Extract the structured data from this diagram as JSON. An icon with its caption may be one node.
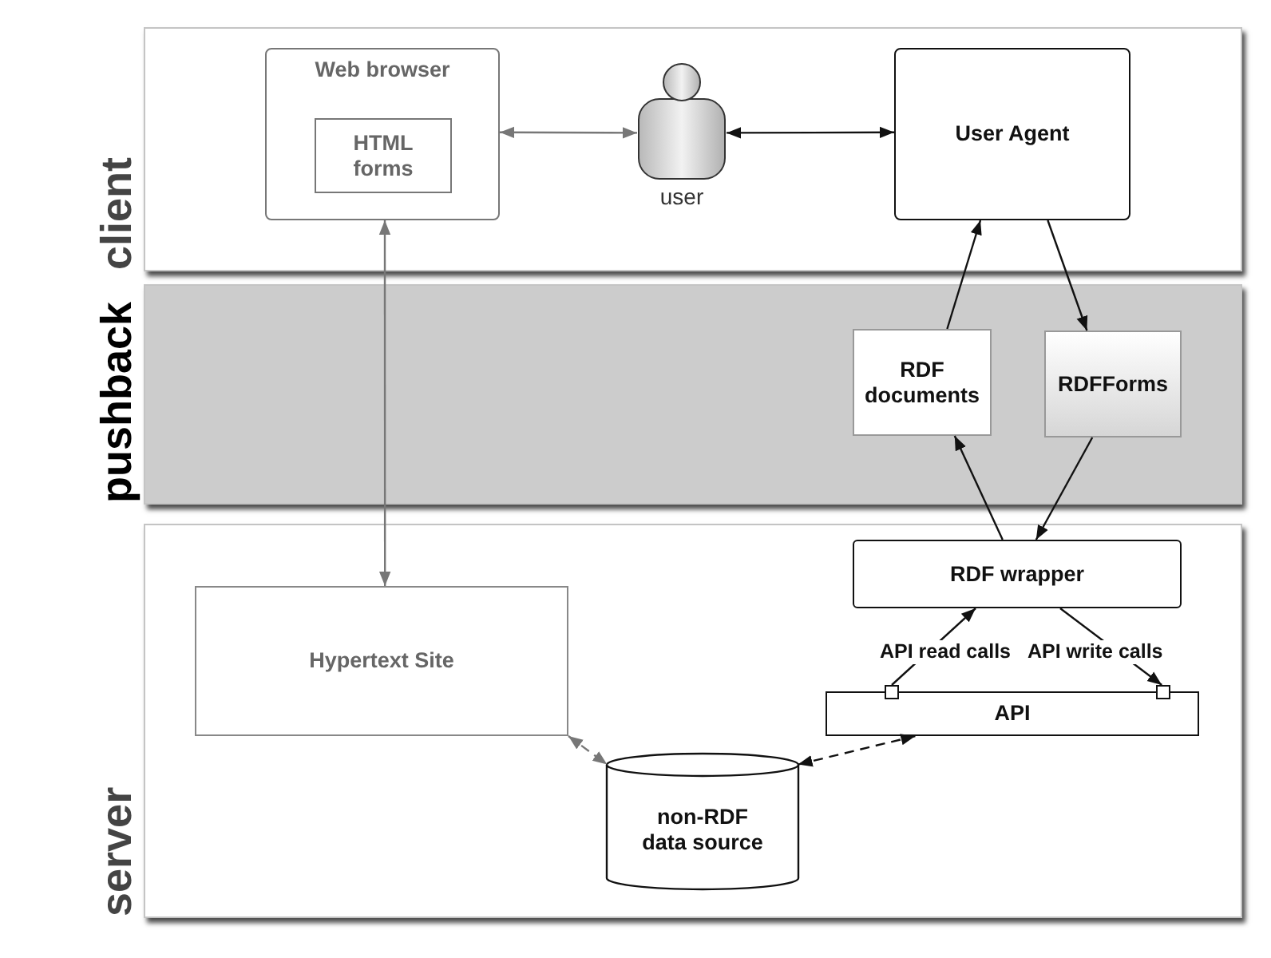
{
  "diagram": {
    "nodes": [
      {
        "text": [
          "client"
        ]
      },
      {
        "text": [
          "Web browser"
        ],
        "in": 0
      },
      {
        "text": [
          "HTML forms"
        ],
        "in": 1
      },
      {
        "text": [
          "user"
        ],
        "in": 0
      },
      {
        "text": [
          "User Agent"
        ],
        "in": 0
      },
      {
        "text": [
          "pushback"
        ]
      },
      {
        "text": [
          "RDF documents"
        ],
        "in": 5
      },
      {
        "text": [
          "RDFForms"
        ],
        "in": 5
      },
      {
        "text": [
          "server"
        ]
      },
      {
        "text": [
          "Hypertext Site"
        ],
        "in": 8
      },
      {
        "text": [
          "RDF wrapper"
        ],
        "in": 8
      },
      {
        "text": [
          "API"
        ],
        "in": 8
      },
      {
        "text": [],
        "shape": "box",
        "in": 8
      },
      {
        "text": [],
        "shape": "box",
        "in": 8
      },
      {
        "text": [
          "non-RDF data source"
        ],
        "in": 8
      }
    ],
    "edges": [
      {
        "from": 1,
        "to": 3,
        "arrow": "both",
        "color": "#777777"
      },
      {
        "from": 3,
        "to": 4,
        "arrow": "both"
      },
      {
        "from": 1,
        "to": 9,
        "arrow": "both",
        "color": "#777777"
      },
      {
        "from": 4,
        "to": 7,
        "arrow": "to"
      },
      {
        "from": 6,
        "to": 4,
        "arrow": "to"
      },
      {
        "from": 7,
        "to": 10,
        "arrow": "to"
      },
      {
        "from": 10,
        "to": 6,
        "arrow": "to"
      },
      {
        "from": 12,
        "to": 10,
        "arrow": "to",
        "label": "API read calls"
      },
      {
        "from": 10,
        "to": 13,
        "arrow": "to",
        "label": "API write calls"
      },
      {
        "from": 9,
        "to": 14,
        "arrow": "both",
        "style": "dashed",
        "color": "#777777"
      },
      {
        "from": 14,
        "to": 11,
        "arrow": "both",
        "style": "dashed"
      }
    ]
  }
}
